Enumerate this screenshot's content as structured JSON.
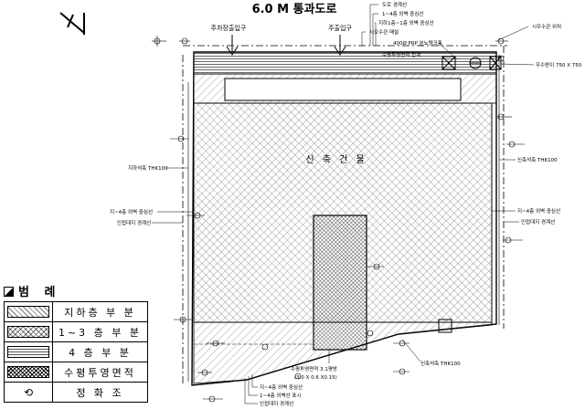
{
  "road_title": "6.0 M 통과도로",
  "entrances": {
    "car": "주차장출입구",
    "main": "주출입구"
  },
  "building_label": "신 축 건 물",
  "top_right": {
    "road_boundary": "도로 경계선",
    "floors_outer": "1~4층 외벽 중심선",
    "floors_base": "지하1층~1층 외벽 중심선",
    "septic_cover": "시오수관 매설",
    "fountain": "400Ø FRP 분뇨탱크통",
    "water_line": "수평투영면적 합계",
    "sewer_size": "우수받이 750 X 750",
    "manhole": "시우수관 위치"
  },
  "left_labels": {
    "wall_left": "지하석축 THK100",
    "outer_left": "지~4층 외벽 중심선",
    "site_left": "인접대지 경계선"
  },
  "right_labels": {
    "wall_right": "신축석축 THK100",
    "outer_right": "지~4층 외벽 중심선",
    "site_right": "인접대지 경계선",
    "wall_bottom_right": "신축석축 THK100"
  },
  "bottom_labels": {
    "water_area": "수평투영면적 3.1평방",
    "water_dims": "(3.0 X 0.6 X0.15)",
    "outer_bottom": "지~4층 외벽 중심선",
    "floors_bottom": "1~4층 외벽선 표시",
    "site_bottom": "인접대지 경계선"
  },
  "legend": {
    "title": "범 례",
    "items": [
      {
        "name": "지하층 부 분",
        "pattern": "under"
      },
      {
        "name": "1~3 층 부 분",
        "pattern": "floor13"
      },
      {
        "name": "4 층 부 분",
        "pattern": "floor4"
      },
      {
        "name": "수평투영면적",
        "pattern": "proj"
      },
      {
        "name": "정 화 조",
        "pattern": "septic"
      }
    ]
  }
}
